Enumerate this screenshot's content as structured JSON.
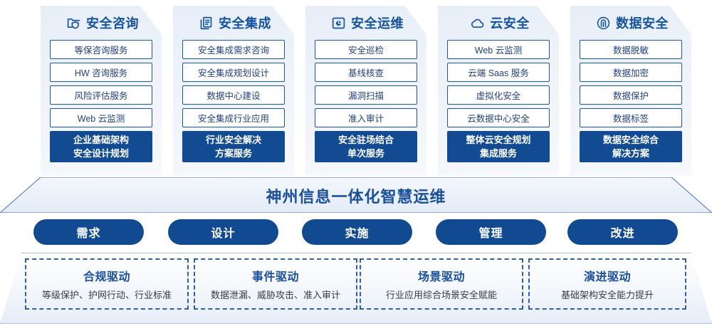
{
  "columns": [
    {
      "icon": "folder-shield-icon",
      "title": "安全咨询",
      "items": [
        "等保咨询服务",
        "HW 咨询服务",
        "风险评估服务",
        "Web 云监测"
      ],
      "footer": [
        "企业基础架构",
        "安全设计规划"
      ]
    },
    {
      "icon": "documents-stack-icon",
      "title": "安全集成",
      "items": [
        "安全集成需求咨询",
        "安全集成规划设计",
        "数据中心建设",
        "安全集成行业应用"
      ],
      "footer": [
        "行业安全解决",
        "方案服务"
      ]
    },
    {
      "icon": "folder-chart-icon",
      "title": "安全运维",
      "items": [
        "安全巡检",
        "基线核查",
        "漏洞扫描",
        "准入审计"
      ],
      "footer": [
        "安全驻场结合",
        "单次服务"
      ]
    },
    {
      "icon": "cloud-icon",
      "title": "云安全",
      "items": [
        "Web 云监测",
        "云端 Saas 服务",
        "虚拟化安全",
        "云数据中心安全"
      ],
      "footer": [
        "整体云安全规划",
        "集成服务"
      ]
    },
    {
      "icon": "fingerprint-icon",
      "title": "数据安全",
      "items": [
        "数据脱敏",
        "数据加密",
        "数据保护",
        "数据标签"
      ],
      "footer": [
        "数据安全综合",
        "解决方案"
      ]
    }
  ],
  "banner": {
    "title": "神州信息一体化智慧运维"
  },
  "pills": [
    "需求",
    "设计",
    "实施",
    "管理",
    "改进"
  ],
  "drivers": [
    {
      "title": "合规驱动",
      "subtitle": "等级保护、护网行动、行业标准"
    },
    {
      "title": "事件驱动",
      "subtitle": "数据泄漏、威胁攻击、准入审计"
    },
    {
      "title": "场景驱动",
      "subtitle": "行业应用综合场景安全赋能"
    },
    {
      "title": "演进驱动",
      "subtitle": "基础架构安全能力提升"
    }
  ],
  "colors": {
    "brand_blue": "#124a91",
    "title_blue": "#1a4f9c",
    "item_border": "#1d55a3",
    "card_bg": "#e7eef8"
  }
}
